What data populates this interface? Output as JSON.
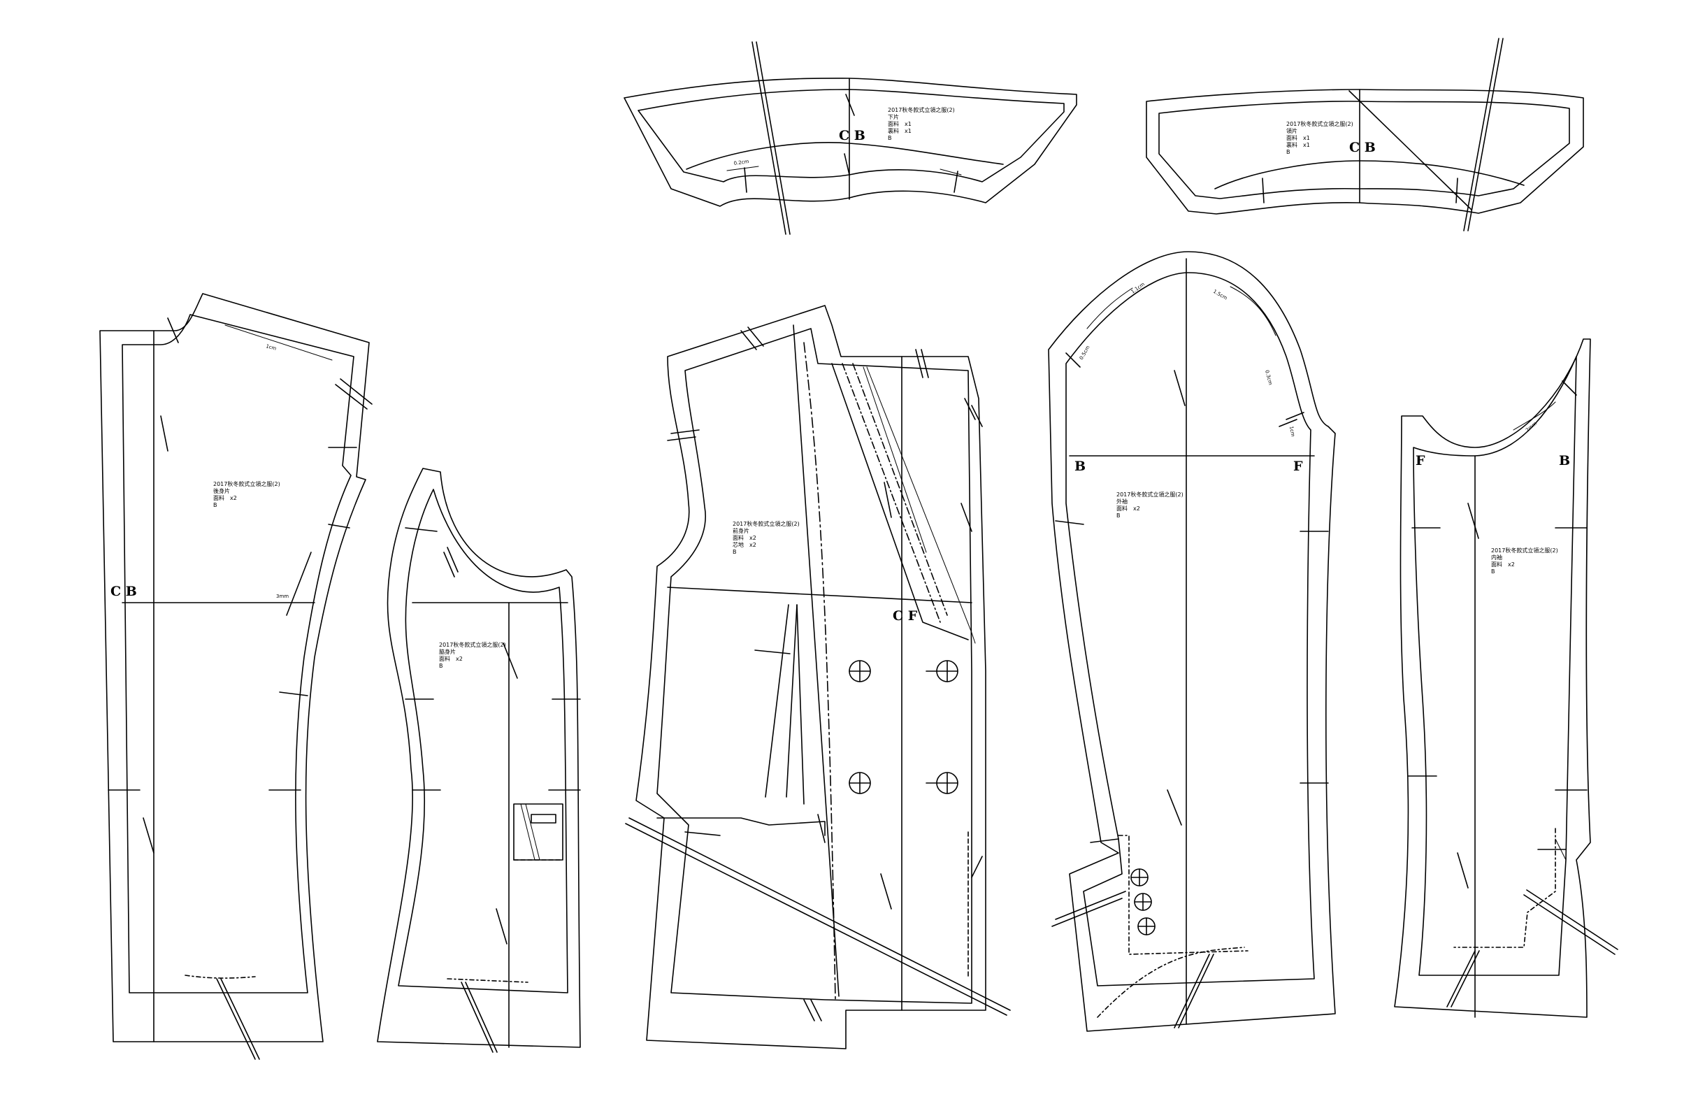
{
  "labels": {
    "cb": "C B",
    "cf": "C F",
    "b": "B",
    "f": "F"
  },
  "notes": {
    "under_collar": [
      "2017秋冬款式立領之服(2)",
      "下片",
      "面料　x1",
      "裏料　x1",
      "B"
    ],
    "top_collar": [
      "2017秋冬款式立領之服(2)",
      "領片",
      "面料　x1",
      "裏料　x1",
      "B"
    ],
    "back": [
      "2017秋冬款式立領之服(2)",
      "後身片",
      "面料　x2",
      "B"
    ],
    "side": [
      "2017秋冬款式立領之服(2)",
      "脇身片",
      "面料　x2",
      "B"
    ],
    "front": [
      "2017秋冬款式立領之服(2)",
      "前身片",
      "面料　x2",
      "芯地　x2",
      "B"
    ],
    "top_sleeve": [
      "2017秋冬款式立領之服(2)",
      "外袖",
      "面料　x2",
      "B"
    ],
    "under_sleeve": [
      "2017秋冬款式立領之服(2)",
      "内袖",
      "面料　x2",
      "B"
    ]
  },
  "measurements": {
    "collar1": "0.2cm",
    "back_shoulder": "1cm",
    "back_width": "3mm",
    "sleeve_a": "0.5cm",
    "sleeve_b": "1.1cm",
    "sleeve_c": "1.5cm",
    "sleeve_d": "0.3cm",
    "sleeve_e": "1cm",
    "under_sleeve": "2mm"
  },
  "colors": {
    "line": "#000000",
    "background": "#ffffff"
  }
}
